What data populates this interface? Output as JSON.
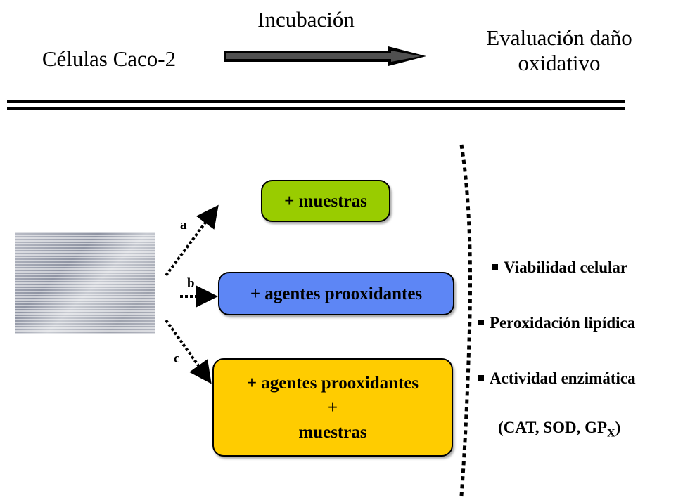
{
  "header": {
    "cells_label": "Células Caco-2",
    "incubation_label": "Incubación",
    "evaluation_label_line1": "Evaluación daño",
    "evaluation_label_line2": "oxidativo"
  },
  "branches": [
    {
      "letter": "a",
      "box_text": "+ muestras",
      "color": "#99cc00"
    },
    {
      "letter": "b",
      "box_text": "+ agentes prooxidantes",
      "color": "#5d86f5"
    },
    {
      "letter": "c",
      "box_line1": "+ agentes prooxidantes",
      "box_line2": "+",
      "box_line3": "muestras",
      "color": "#ffcc00"
    }
  ],
  "evaluations": {
    "item1": "Viabilidad celular",
    "item2": "Peroxidación lipídica",
    "item3": "Actividad enzimática",
    "enzymes_main": "(CAT, SOD, GP",
    "enzymes_sub": "X",
    "enzymes_close": ")"
  }
}
